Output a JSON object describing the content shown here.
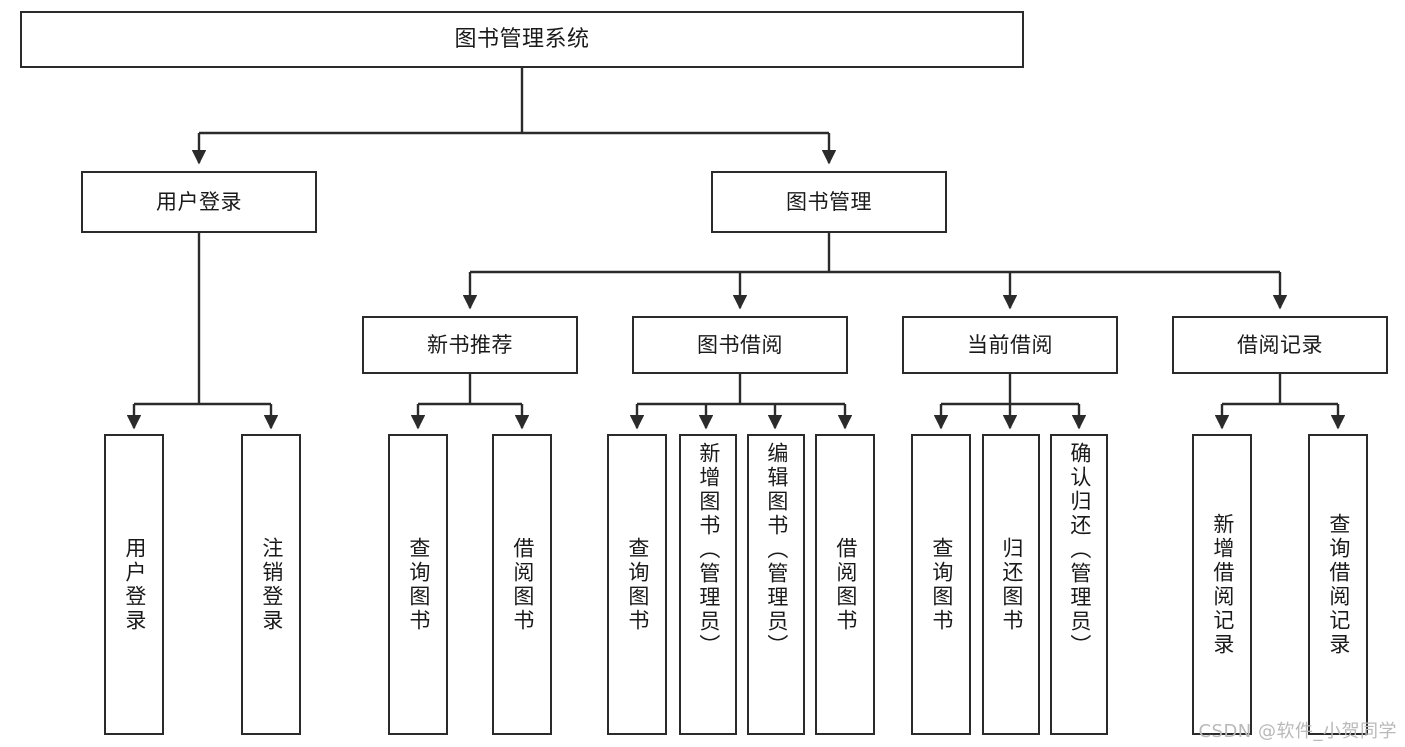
{
  "diagram": {
    "title": "图书管理系统",
    "type": "functional-structure-tree",
    "watermark": "CSDN @软件_小贺同学",
    "colors": {
      "stroke": "#2b2b2b",
      "fill": "#ffffff",
      "text": "#1a1a1a",
      "watermark": "#b9b9b9"
    },
    "root": {
      "label": "图书管理系统"
    },
    "level2": [
      {
        "label": "用户登录"
      },
      {
        "label": "图书管理"
      }
    ],
    "level3": [
      {
        "label": "新书推荐"
      },
      {
        "label": "图书借阅"
      },
      {
        "label": "当前借阅"
      },
      {
        "label": "借阅记录"
      }
    ],
    "leaves": {
      "user_login": [
        {
          "label": "用户登录"
        },
        {
          "label": "注销登录"
        }
      ],
      "new_book_recommend": [
        {
          "label": "查询图书"
        },
        {
          "label": "借阅图书"
        }
      ],
      "book_borrow": [
        {
          "label": "查询图书"
        },
        {
          "label": "新增图书（管理员）"
        },
        {
          "label": "编辑图书（管理员）"
        },
        {
          "label": "借阅图书"
        }
      ],
      "current_borrow": [
        {
          "label": "查询图书"
        },
        {
          "label": "归还图书"
        },
        {
          "label": "确认归还（管理员）"
        }
      ],
      "borrow_records": [
        {
          "label": "新增借阅记录"
        },
        {
          "label": "查询借阅记录"
        }
      ]
    }
  }
}
